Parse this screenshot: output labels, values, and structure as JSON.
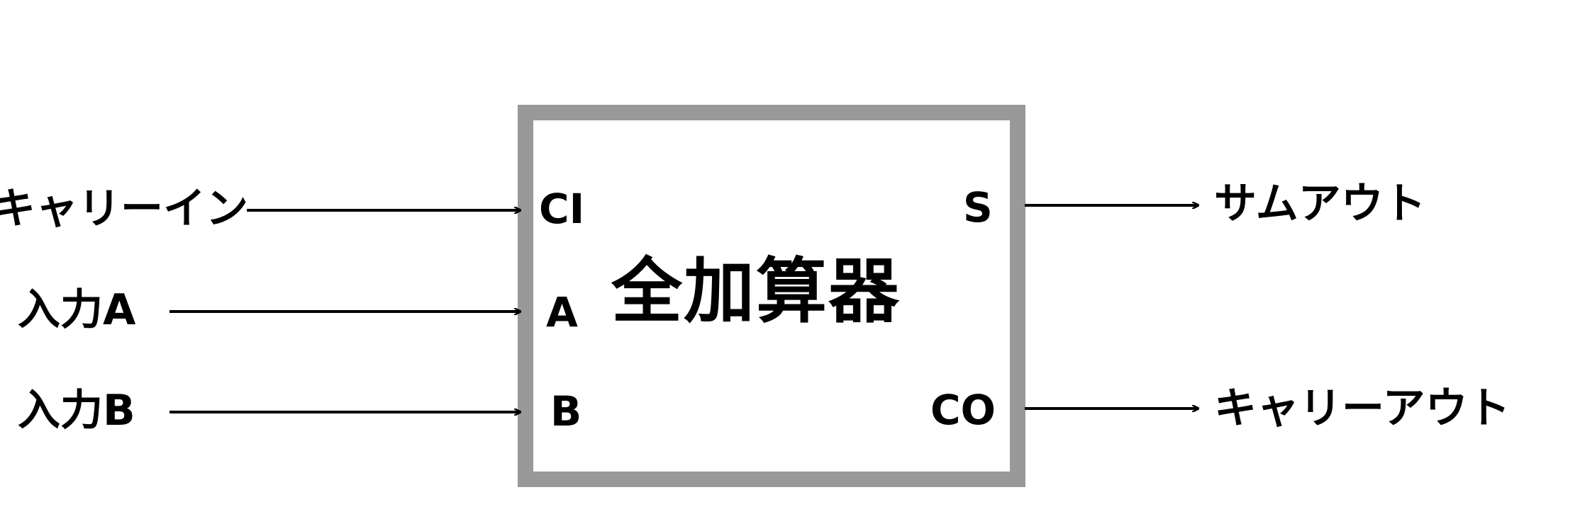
{
  "block": {
    "title": "全加算器",
    "border_color": "#999999"
  },
  "ports": {
    "ci": "CI",
    "a": "A",
    "b": "B",
    "s": "S",
    "co": "CO"
  },
  "inputs": {
    "carry_in": "キャリーイン",
    "input_a": "入力A",
    "input_b": "入力B"
  },
  "outputs": {
    "sum_out": "サムアウト",
    "carry_out": "キャリーアウト"
  }
}
